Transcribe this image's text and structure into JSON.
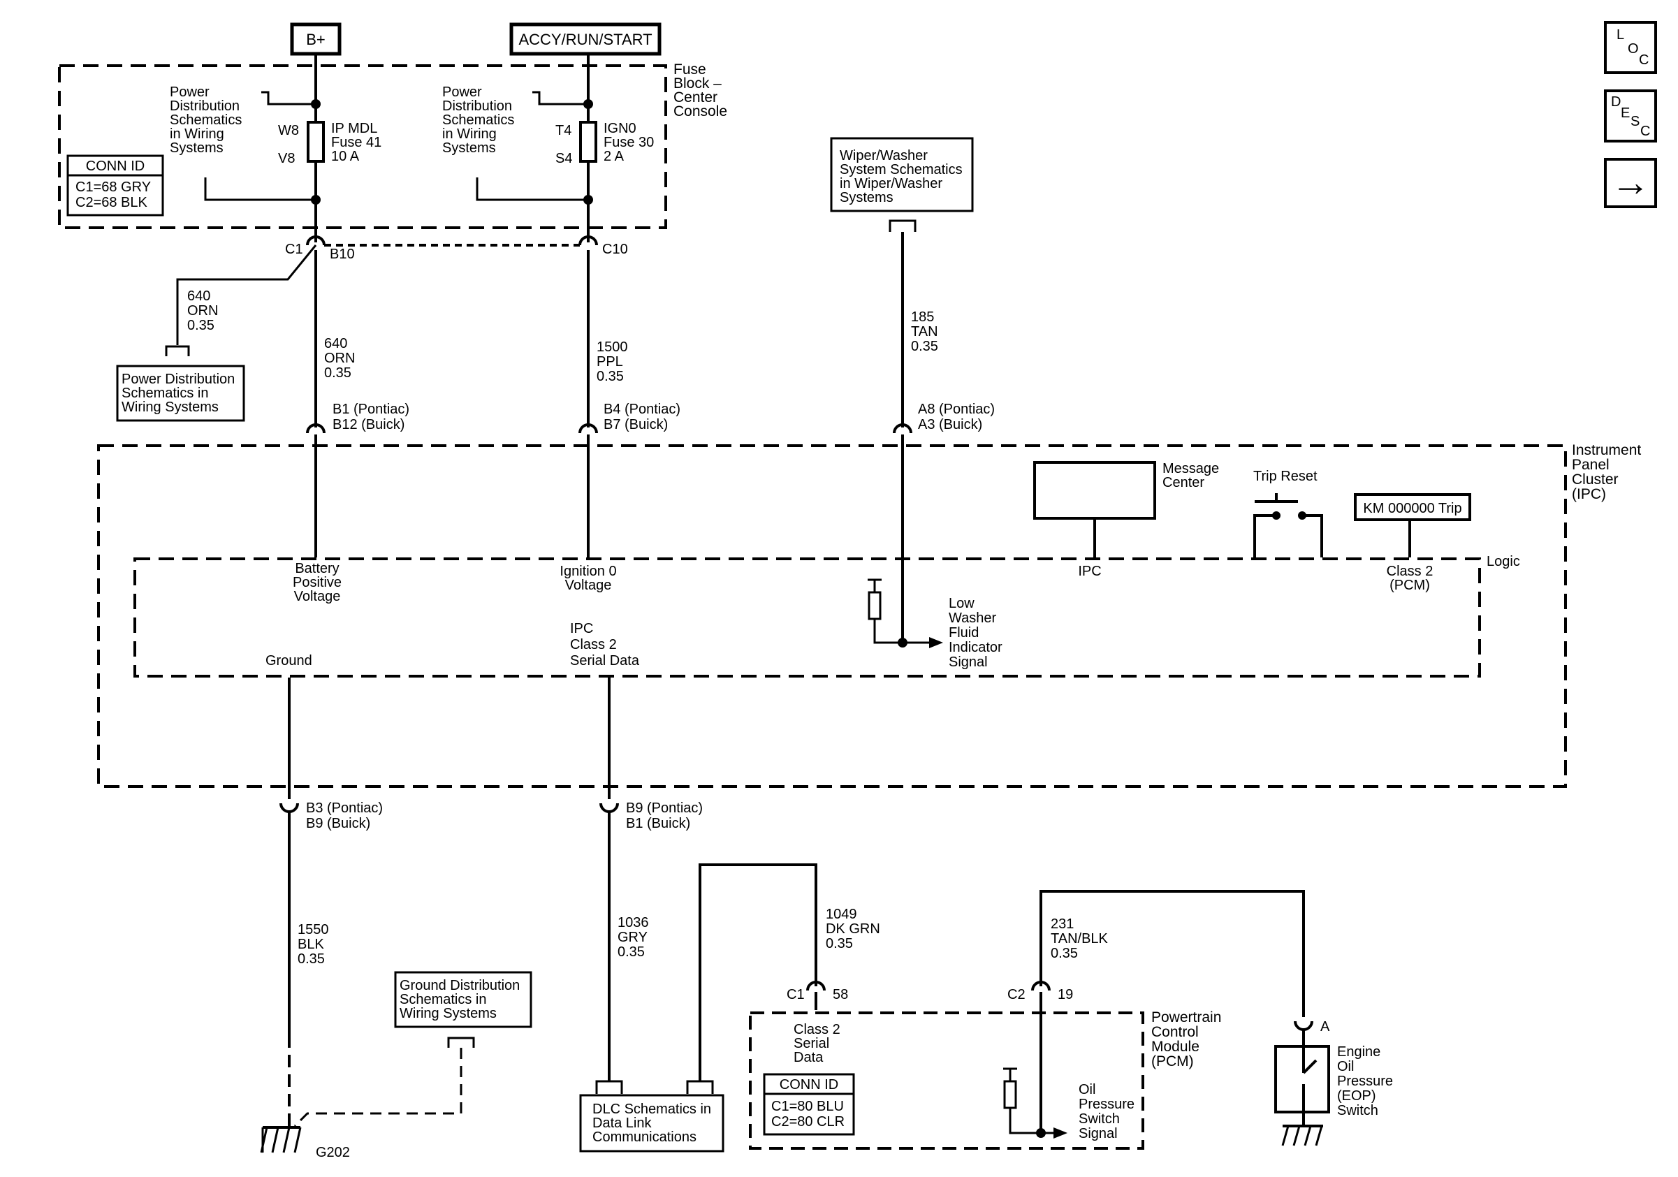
{
  "power_sources": {
    "b_plus": "B+",
    "accy": "ACCY/RUN/START"
  },
  "fuse_block": {
    "title_lines": [
      "Fuse",
      "Block –",
      "Center",
      "Console"
    ],
    "left_ref_lines": [
      "Power",
      "Distribution",
      "Schematics",
      "in Wiring",
      "Systems"
    ],
    "right_ref_lines": [
      "Power",
      "Distribution",
      "Schematics",
      "in Wiring",
      "Systems"
    ],
    "conn_id_title": "CONN ID",
    "conn_id_lines": [
      "C1=68 GRY",
      "C2=68 BLK"
    ],
    "fuse41": {
      "top_pin": "W8",
      "bottom_pin": "V8",
      "lines": [
        "IP MDL",
        "Fuse 41",
        "10 A"
      ]
    },
    "fuse30": {
      "top_pin": "T4",
      "bottom_pin": "S4",
      "lines": [
        "IGN0",
        "Fuse 30",
        "2 A"
      ]
    },
    "c1": "C1",
    "b10": "B10",
    "c10": "C10"
  },
  "wires": {
    "w640_branch": [
      "640",
      "ORN",
      "0.35"
    ],
    "w640_main": [
      "640",
      "ORN",
      "0.35"
    ],
    "w1500": [
      "1500",
      "PPL",
      "0.35"
    ],
    "w185": [
      "185",
      "TAN",
      "0.35"
    ],
    "w1550": [
      "1550",
      "BLK",
      "0.35"
    ],
    "w1036": [
      "1036",
      "GRY",
      "0.35"
    ],
    "w1049": [
      "1049",
      "DK GRN",
      "0.35"
    ],
    "w231": [
      "231",
      "TAN/BLK",
      "0.35"
    ]
  },
  "power_dist_box_lines": [
    "Power Distribution",
    "Schematics in",
    "Wiring  Systems"
  ],
  "wiper_box_lines": [
    "Wiper/Washer",
    "System Schematics",
    "in Wiper/Washer",
    "Systems"
  ],
  "ipc_pins_top": {
    "b1": [
      "B1  (Pontiac)",
      "B12 (Buick)"
    ],
    "b4": [
      "B4 (Pontiac)",
      "B7 (Buick)"
    ],
    "a8": [
      "A8 (Pontiac)",
      "A3 (Buick)"
    ]
  },
  "ipc": {
    "title_lines": [
      "Instrument",
      "Panel",
      "Cluster",
      "(IPC)"
    ],
    "message_center_lines": [
      "Message",
      "Center"
    ],
    "trip_reset": "Trip Reset",
    "km_trip": "KM 000000 Trip",
    "logic": "Logic",
    "battery_lines": [
      "Battery",
      "Positive",
      "Voltage"
    ],
    "ignition_lines": [
      "Ignition 0",
      "Voltage"
    ],
    "ipc_label": "IPC",
    "class2_pcm_lines": [
      "Class 2",
      "(PCM)"
    ],
    "low_washer_lines": [
      "Low",
      "Washer",
      "Fluid",
      "Indicator",
      "Signal"
    ],
    "ipc_class2_lines": [
      "IPC",
      "Class 2",
      "Serial Data"
    ],
    "ground": "Ground"
  },
  "ipc_pins_bottom": {
    "b3": [
      "B3 (Pontiac)",
      "B9 (Buick)"
    ],
    "b9": [
      "B9 (Pontiac)",
      "B1 (Buick)"
    ]
  },
  "ground_dist_box_lines": [
    "Ground Distribution",
    "Schematics in",
    "Wiring Systems"
  ],
  "ground_label": "G202",
  "dlc_box_lines": [
    "DLC Schematics in",
    "Data Link",
    "Communications"
  ],
  "pcm": {
    "title_lines": [
      "Powertrain",
      "Control",
      "Module",
      "(PCM)"
    ],
    "c1": "C1",
    "pin58": "58",
    "c2": "C2",
    "pin19": "19",
    "class2_lines": [
      "Class 2",
      "Serial",
      "Data"
    ],
    "conn_id_title": "CONN ID",
    "conn_id_lines": [
      "C1=80 BLU",
      "C2=80 CLR"
    ],
    "oil_lines": [
      "Oil",
      "Pressure",
      "Switch",
      "Signal"
    ]
  },
  "eop": {
    "pin": "A",
    "lines": [
      "Engine",
      "Oil",
      "Pressure",
      "(EOP)",
      "Switch"
    ]
  },
  "nav": {
    "loc": [
      "L",
      "O",
      "C"
    ],
    "desc": [
      "D",
      "E",
      "S",
      "C"
    ],
    "next": "→"
  }
}
